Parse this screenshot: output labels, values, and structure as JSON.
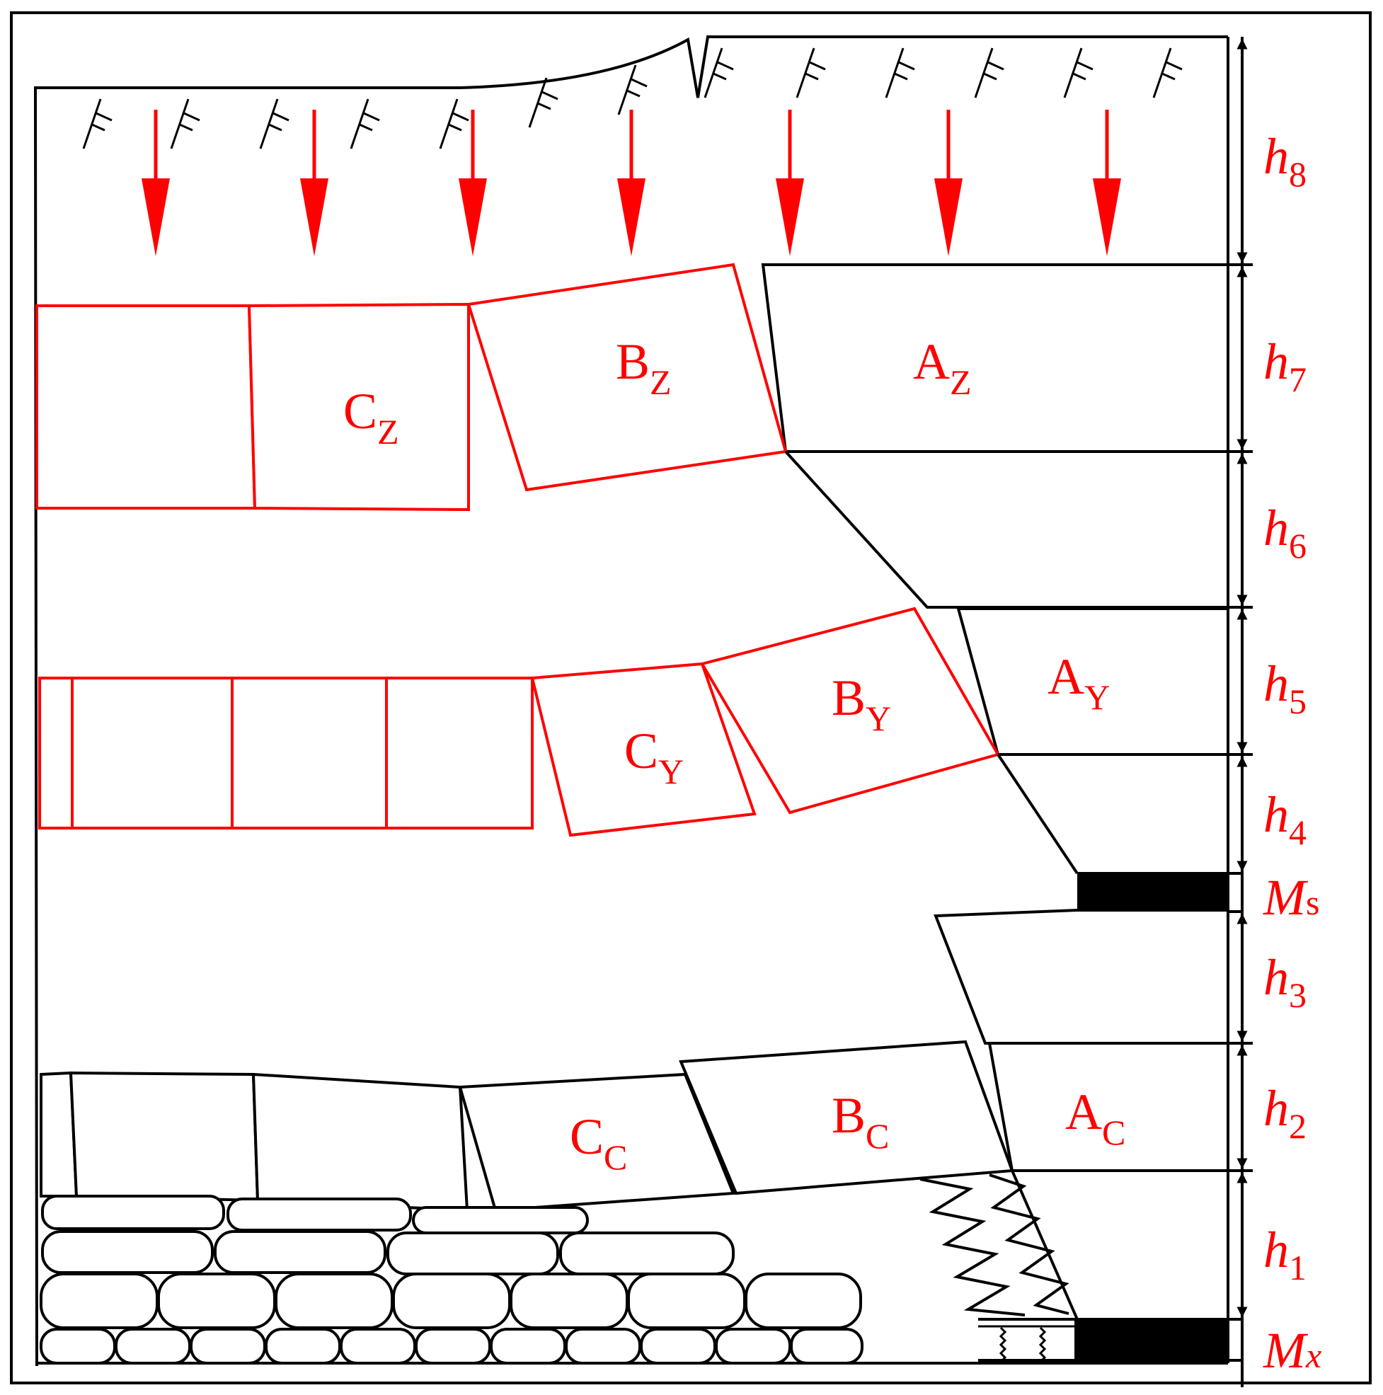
{
  "colors": {
    "accent": "#ff0000",
    "line": "#000000",
    "seam": "#000000"
  },
  "blocks": {
    "az": {
      "letter": "A",
      "sub": "Z"
    },
    "bz": {
      "letter": "B",
      "sub": "Z"
    },
    "cz": {
      "letter": "C",
      "sub": "Z"
    },
    "ay": {
      "letter": "A",
      "sub": "Y"
    },
    "by": {
      "letter": "B",
      "sub": "Y"
    },
    "cy": {
      "letter": "C",
      "sub": "Y"
    },
    "ac": {
      "letter": "A",
      "sub": "C"
    },
    "bc": {
      "letter": "B",
      "sub": "C"
    },
    "cc": {
      "letter": "C",
      "sub": "C"
    }
  },
  "dimensions": {
    "h8": {
      "sym": "h",
      "sub": "8"
    },
    "h7": {
      "sym": "h",
      "sub": "7"
    },
    "h6": {
      "sym": "h",
      "sub": "6"
    },
    "h5": {
      "sym": "h",
      "sub": "5"
    },
    "h4": {
      "sym": "h",
      "sub": "4"
    },
    "ms": {
      "sym": "M",
      "sub": "s"
    },
    "h3": {
      "sym": "h",
      "sub": "3"
    },
    "h2": {
      "sym": "h",
      "sub": "2"
    },
    "h1": {
      "sym": "h",
      "sub": "1"
    },
    "mx": {
      "sym": "M",
      "sub": "x"
    }
  },
  "load": {
    "arrow_count": 7,
    "icon": "arrow-down-icon"
  }
}
